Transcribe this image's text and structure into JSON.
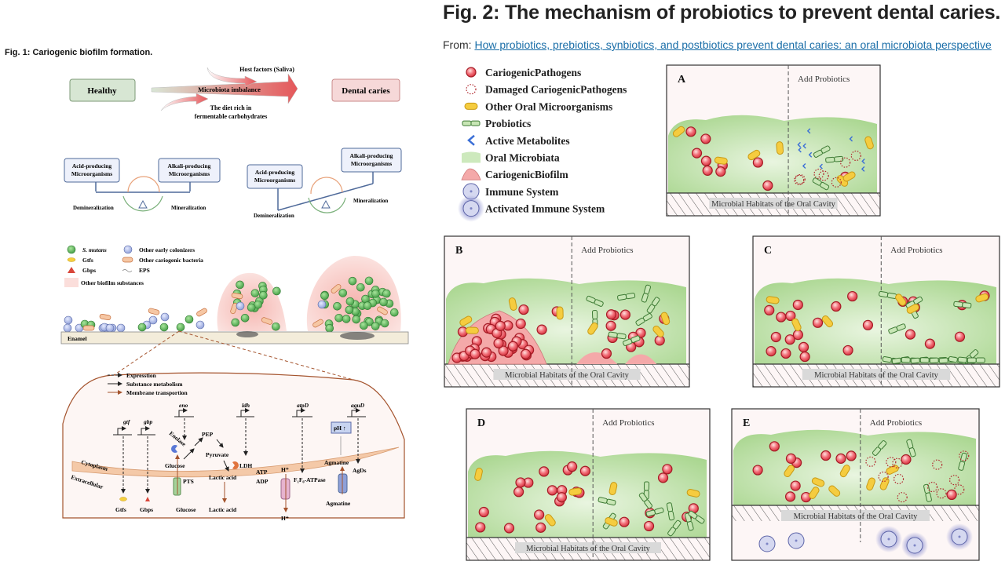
{
  "fig1": {
    "title": "Fig. 1: Cariogenic biofilm formation.",
    "top": {
      "healthy": "Healthy",
      "caries": "Dental caries",
      "imbalance": "Microbiota imbalance",
      "host": "Host factors (Saliva)",
      "diet_1": "The diet rich in",
      "diet_2": "fermentable carbohydrates"
    },
    "balance": {
      "acid_1": "Acid-producing",
      "acid_2": "Microorganisms",
      "alkali_1": "Alkali-producing",
      "alkali_2": "Microorganisms",
      "demin": "Demineralization",
      "min": "Mineralization"
    },
    "legend": {
      "smutans": "S. mutans",
      "gtfs": "Gtfs",
      "gbps": "Gbps",
      "other_early": "Other early colonizers",
      "other_cario": "Other cariogenic bacteria",
      "eps": "EPS",
      "other_biofilm": "Other biofilm substances"
    },
    "enamel": "Enamel",
    "cell": {
      "legend_expr": "Expresstion",
      "legend_metab": "Substance metabolism",
      "legend_membrane": "Membrane transportion",
      "cytoplasm": "Cytoplasm",
      "extracellular": "Extracellular",
      "gtf": "gtf",
      "gbp": "gbp",
      "eno": "eno",
      "ldh": "ldh",
      "atpD": "atpD",
      "aguD": "aguD",
      "enolase": "Enolase",
      "pep": "PEP",
      "pyruvate": "Pyruvate",
      "ldh_enzyme": "LDH",
      "glucose_in": "Glucose",
      "pts": "PTS",
      "lactic_in": "Lactic acid",
      "lactic_out": "Lactic acid",
      "atp": "ATP",
      "adp": "ADP",
      "h_in": "H⁺",
      "h_out": "H⁺",
      "atpase": "F₁F₀-ATPase",
      "ph": "pH ↑",
      "agmatine_in": "Agmatine",
      "agds": "AgDs",
      "agmatine_out": "Agmatine",
      "gtfs_out": "Gtfs",
      "gbps_out": "Gbps",
      "glucose_out": "Glucose"
    }
  },
  "fig2": {
    "title": "Fig. 2: The mechanism of probiotics to prevent dental caries.",
    "from_label": "From: ",
    "from_link": "How probiotics, prebiotics, synbiotics, and postbiotics prevent dental caries: an oral microbiota perspective",
    "legend": [
      {
        "icon": "cariogenic-pathogen-icon",
        "label": "CariogenicPathogens"
      },
      {
        "icon": "damaged-pathogen-icon",
        "label": "Damaged CariogenicPathogens"
      },
      {
        "icon": "other-microorganism-icon",
        "label": "Other Oral Microorganisms"
      },
      {
        "icon": "probiotic-icon",
        "label": "Probiotics"
      },
      {
        "icon": "active-metabolite-icon",
        "label": "Active Metabolites"
      },
      {
        "icon": "oral-microbiota-icon",
        "label": "Oral Microbiata"
      },
      {
        "icon": "cariogenic-biofilm-icon",
        "label": "CariogenicBiofilm"
      },
      {
        "icon": "immune-system-icon",
        "label": "Immune System"
      },
      {
        "icon": "activated-immune-icon",
        "label": "Activated Immune System"
      }
    ],
    "panels": [
      {
        "letter": "A",
        "add": "Add Probiotics",
        "habitat": "Microbial Habitats of the Oral Cavity"
      },
      {
        "letter": "B",
        "add": "Add Probiotics",
        "habitat": "Microbial Habitats of the Oral Cavity"
      },
      {
        "letter": "C",
        "add": "Add Probiotics",
        "habitat": "Microbial Habitats of the Oral Cavity"
      },
      {
        "letter": "D",
        "add": "Add Probiotics",
        "habitat": "Microbial Habitats of the Oral Cavity"
      },
      {
        "letter": "E",
        "add": "Add Probiotics",
        "habitat": "Microbial Habitats of the Oral Cavity"
      }
    ],
    "colors": {
      "pathogen": "#e8383d",
      "other_micro": "#f2c230",
      "probiotic": "#5a9a48",
      "microbiota": "#bfe0a8",
      "biofilm": "#f2a7a7",
      "immune": "#8a8fc8",
      "panel_bg": "#fdf6f6"
    }
  }
}
